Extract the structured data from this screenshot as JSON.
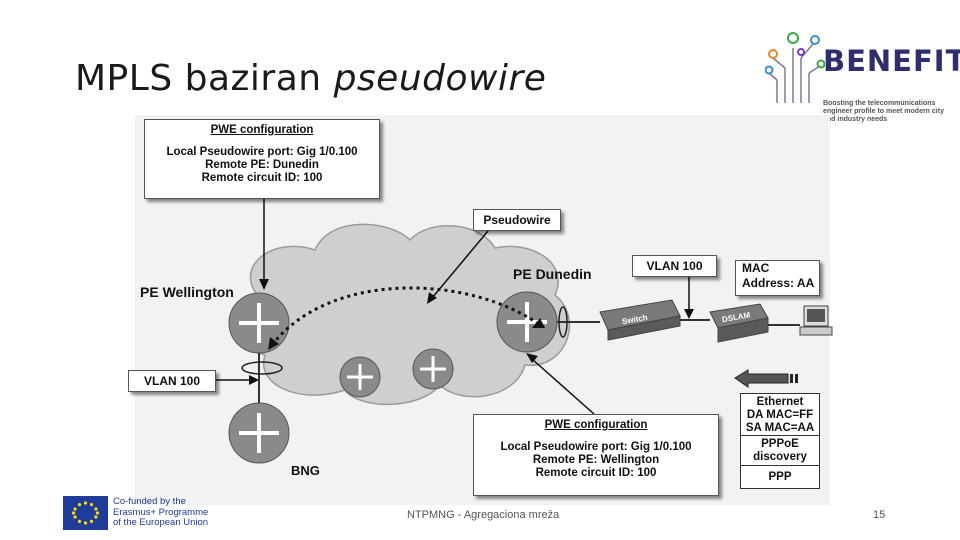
{
  "slide": {
    "title_plain": "MPLS baziran ",
    "title_italic": "pseudowire",
    "footer": "NTPMNG - Agregaciona mreža",
    "page_number": "15"
  },
  "logo": {
    "name": "BENEFIT",
    "tagline": "Boosting the telecommunications engineer profile to meet modern city and industry needs"
  },
  "eu_logo": {
    "text": [
      "Co-funded by the",
      "Erasmus+ Programme",
      "of the European Union"
    ]
  },
  "diagram": {
    "pwe_top": {
      "heading": "PWE configuration",
      "lines": [
        "Local Pseudowire port: Gig 1/0.100",
        "Remote PE: Dunedin",
        "Remote circuit ID: 100"
      ]
    },
    "pwe_bottom": {
      "heading": "PWE configuration",
      "lines": [
        "Local Pseudowire port: Gig 1/0.100",
        "Remote PE: Wellington",
        "Remote circuit ID: 100"
      ]
    },
    "pseudowire_label": "Pseudowire",
    "vlan_top": "VLAN 100",
    "vlan_left": "VLAN 100",
    "mac_box": [
      "MAC",
      "Address: AA"
    ],
    "pe_wellington": "PE Wellington",
    "pe_dunedin": "PE Dunedin",
    "bng": "BNG",
    "switch_label": "Switch",
    "dslam_label": "DSLAM",
    "frame": [
      "Ethernet",
      "DA MAC=FF",
      "SA MAC=AA",
      "PPPoE discovery",
      "PPP"
    ]
  }
}
